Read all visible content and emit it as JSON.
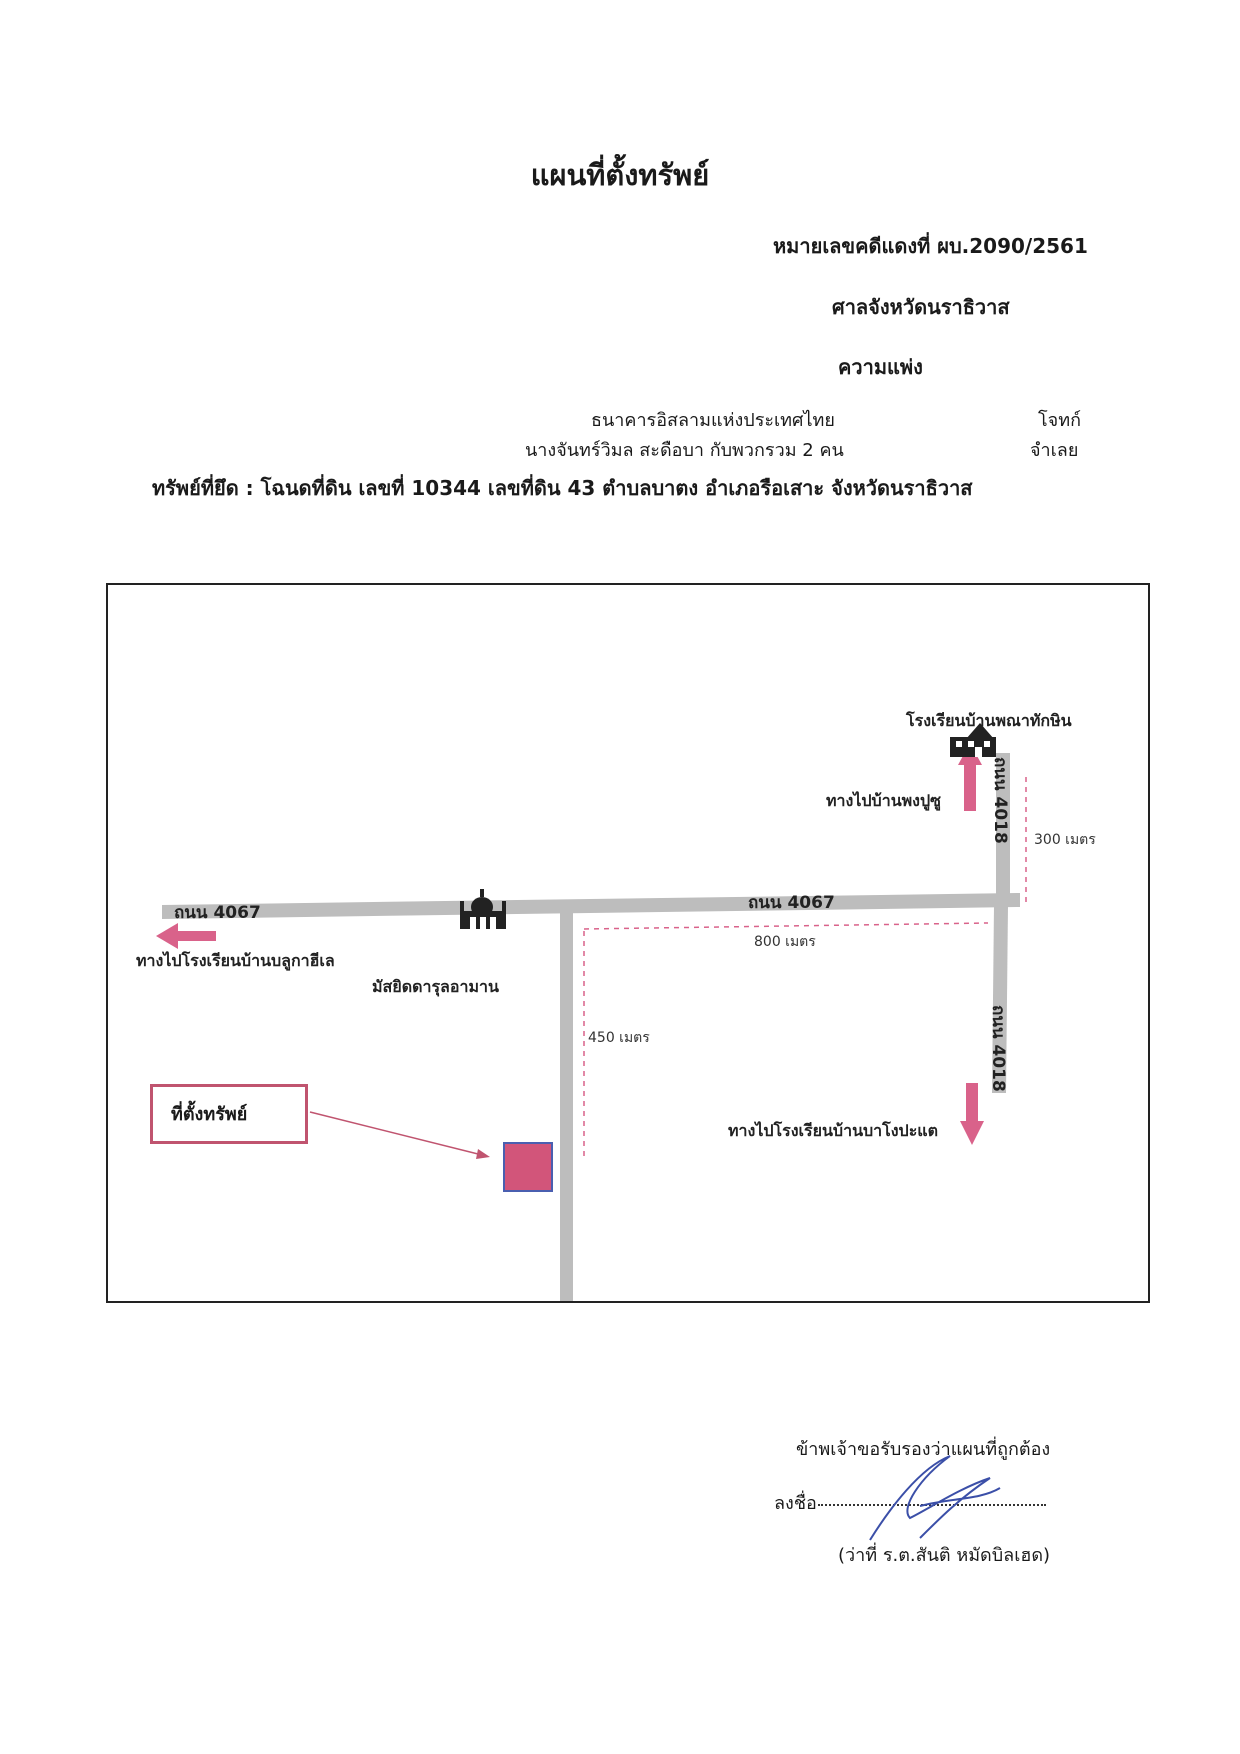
{
  "title": "แผนที่ตั้งทรัพย์",
  "case_number": "หมายเลขคดีแดงที่ ผบ.2090/2561",
  "court": "ศาลจังหวัดนราธิวาส",
  "case_type": "ความแพ่ง",
  "parties": {
    "plaintiff_name": "ธนาคารอิสลามแห่งประเทศไทย",
    "plaintiff_role": "โจทก์",
    "defendant_name": "นางจันทร์วิมล สะดือบา  กับพวกรวม 2 คน",
    "defendant_role": "จำเลย"
  },
  "property_line": "ทรัพย์ที่ยึด : โฉนดที่ดิน เลขที่ 10344 เลขที่ดิน 43 ตำบลบาตง อำเภอรือเสาะ จังหวัดนราธิวาส",
  "map": {
    "road_4067_left": "ถนน 4067",
    "road_4067_right": "ถนน 4067",
    "road_4018_top": "ถนน 4018",
    "road_4018_bottom": "ถนน 4018",
    "school_top": "โรงเรียนบ้านพณาทักษิน",
    "to_village": "ทางไปบ้านพงปูซู",
    "dist_300": "300 เมตร",
    "to_school_left": "ทางไปโรงเรียนบ้านบลูกาฮีเล",
    "mosque": "มัสยิดดารุลอามาน",
    "dist_800": "800 เมตร",
    "dist_450": "450 เมตร",
    "to_school_bottom": "ทางไปโรงเรียนบ้านบาโงปะแต",
    "property_label": "ที่ตั้งทรัพย์",
    "road_color": "#bdbdbd",
    "accent_color": "#d9628a",
    "property_fill": "#d2557a",
    "property_border": "#4a5fb0"
  },
  "certification": {
    "statement": "ข้าพเจ้าขอรับรองว่าแผนที่ถูกต้อง",
    "sign_label": "ลงชื่อ",
    "signer": "(ว่าที่ ร.ต.สันติ หมัดบิลเฮด)"
  }
}
